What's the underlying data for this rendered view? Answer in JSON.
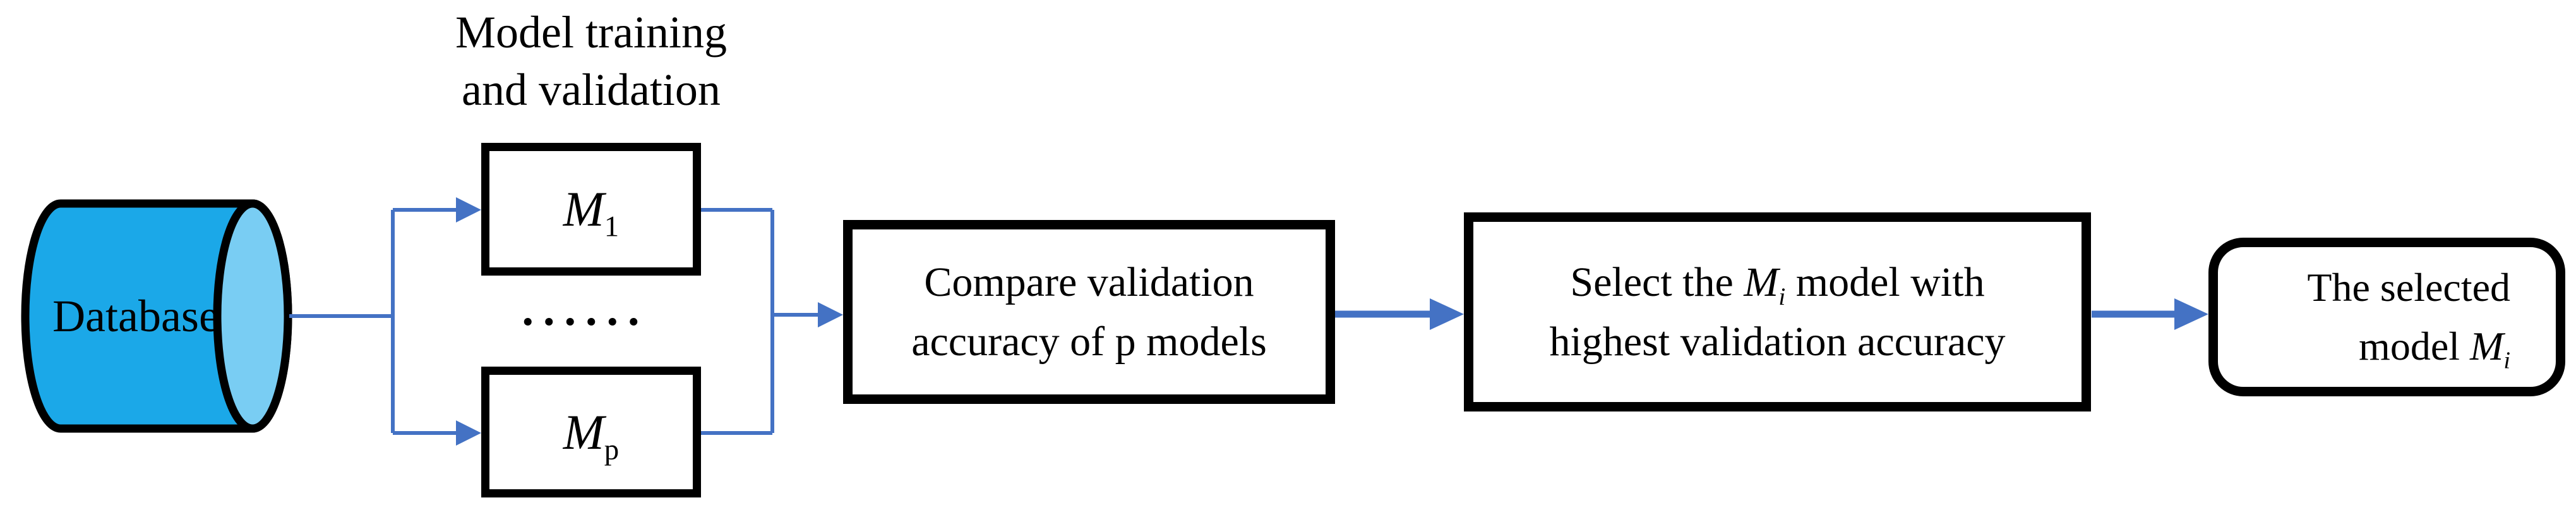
{
  "figure": {
    "heading": {
      "line1": "Model training",
      "line2": "and validation"
    },
    "database": {
      "label": "Database"
    },
    "models": {
      "m1_base": "M",
      "m1_sub": "1",
      "dots": "......",
      "mp_base": "M",
      "mp_sub": "p"
    },
    "compare": {
      "line1": "Compare validation",
      "line2": "accuracy of p models"
    },
    "select": {
      "line1_pre": "Select the ",
      "var": "M",
      "var_sub": "i",
      "line1_post": " model with",
      "line2": "highest validation accuracy"
    },
    "result": {
      "line1": "The selected",
      "line2_pre": "model ",
      "var": "M",
      "var_sub": "i"
    },
    "colors": {
      "arrow_blue": "#4472C4",
      "cylinder_body": "#1BA8E8",
      "cylinder_cap": "#79CDF3",
      "outline_black": "#000000",
      "box_fill": "#FFFFFF"
    }
  }
}
